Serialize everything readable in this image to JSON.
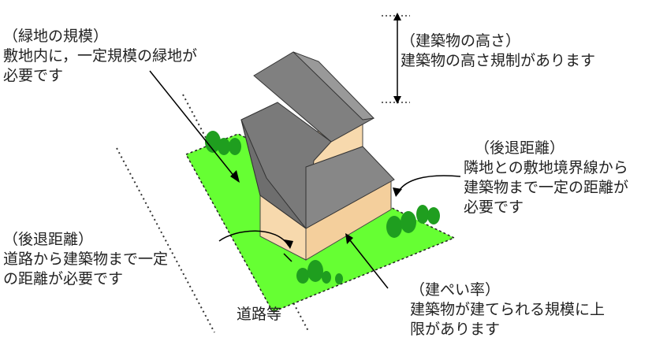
{
  "callouts": {
    "greenery": {
      "title": "（緑地の規模）",
      "body": "敷地内に，一定規模の緑地が",
      "body2": "必要です"
    },
    "height": {
      "title": "（建築物の高さ）",
      "body": "建築物の高さ規制があります"
    },
    "setback_neighbor": {
      "title": "（後退距離）",
      "body": "隣地との敷地境界線から",
      "body2": "建築物まで一定の距離が",
      "body3": "必要です"
    },
    "setback_road": {
      "title": "（後退距離）",
      "body": "道路から建築物まで一定",
      "body2": "の距離が必要です"
    },
    "coverage": {
      "title": "（建ぺい率）",
      "body": "建築物が建てられる規模に上",
      "body2": "限があります"
    }
  },
  "road_label": "道路等",
  "colors": {
    "lawn": "#66ff33",
    "tree": "#1f9e1f",
    "roof": "#808080",
    "wall": "#f7d9ad",
    "line": "#000000"
  }
}
